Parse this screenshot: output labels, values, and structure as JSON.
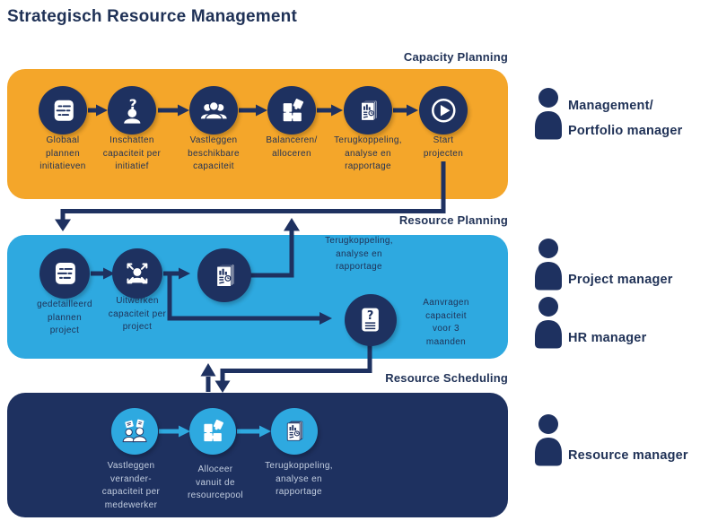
{
  "title": "Strategisch Resource Management",
  "colors": {
    "navy": "#1E3160",
    "orange_band": "#F4A62A",
    "light_blue": "#2EA9E0",
    "dark_band_text": "#C3CEE0",
    "label_text": "#1F3156",
    "glyph_white": "#FFFFFF"
  },
  "bands": [
    {
      "header": "Capacity Planning",
      "steps": [
        {
          "icon": "document-list-icon",
          "label": "Globaal\nplannen\ninitiatieven"
        },
        {
          "icon": "person-question-icon",
          "label": "Inschatten\ncapaciteit per\ninitiatief"
        },
        {
          "icon": "people-group-icon",
          "label": "Vastleggen\nbeschikbare\ncapaciteit"
        },
        {
          "icon": "puzzle-icon",
          "label": "Balanceren/\nalloceren"
        },
        {
          "icon": "report-icon",
          "label": "Terugkoppeling,\nanalyse en\nrapportage"
        },
        {
          "icon": "play-icon",
          "label": "Start\nprojecten"
        }
      ]
    },
    {
      "header": "Resource Planning",
      "steps": [
        {
          "icon": "document-list-icon",
          "label": "gedetailleerd\nplannen\nproject"
        },
        {
          "icon": "person-expand-icon",
          "label": "Uitwerken\ncapaciteit per\nproject"
        },
        {
          "icon": "report-icon",
          "label": "Terugkoppeling,\nanalyse en\nrapportage"
        },
        {
          "icon": "document-question-icon",
          "label": "Aanvragen\ncapaciteit\nvoor 3\nmaanden"
        }
      ]
    },
    {
      "header": "Resource Scheduling",
      "steps": [
        {
          "icon": "people-documents-icon",
          "label": "Vastleggen\nverander-\ncapaciteit per\nmedewerker"
        },
        {
          "icon": "puzzle-icon",
          "label": "Alloceer\nvanuit de\nresourcepool"
        },
        {
          "icon": "report-icon",
          "label": "Terugkoppeling,\nanalyse en\nrapportage"
        }
      ]
    }
  ],
  "roles": [
    {
      "icon": "person-icon",
      "label": "Management/\nPortfolio manager"
    },
    {
      "icon": "person-icon",
      "label": "Project manager"
    },
    {
      "icon": "person-icon",
      "label": "HR manager"
    },
    {
      "icon": "person-icon",
      "label": "Resource manager"
    }
  ]
}
